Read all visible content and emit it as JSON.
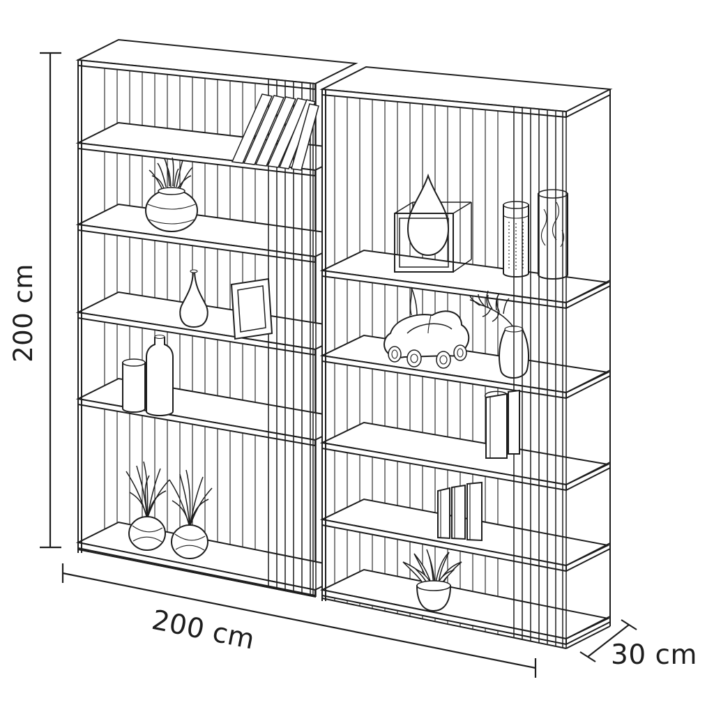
{
  "page": {
    "background": "#ffffff",
    "line_color": "#1d1d1d",
    "kind": "furniture-dimension-diagram"
  },
  "dimensions": {
    "height_label": "200 cm",
    "width_label": "200 cm",
    "depth_label": "30 cm"
  },
  "units": {
    "left": {
      "shelf_count": 5,
      "decor": [
        "leaning-books",
        "grass-plant-pot",
        "teardrop-vase",
        "picture-frame",
        "two-bottles",
        "two-grass-plants"
      ]
    },
    "right": {
      "shelf_count": 5,
      "decor": [
        "cube-lantern-with-drop",
        "two-cylinder-vases",
        "toy-car",
        "leafy-branch-vase",
        "tall-books",
        "book-row",
        "potted-plant"
      ]
    }
  }
}
